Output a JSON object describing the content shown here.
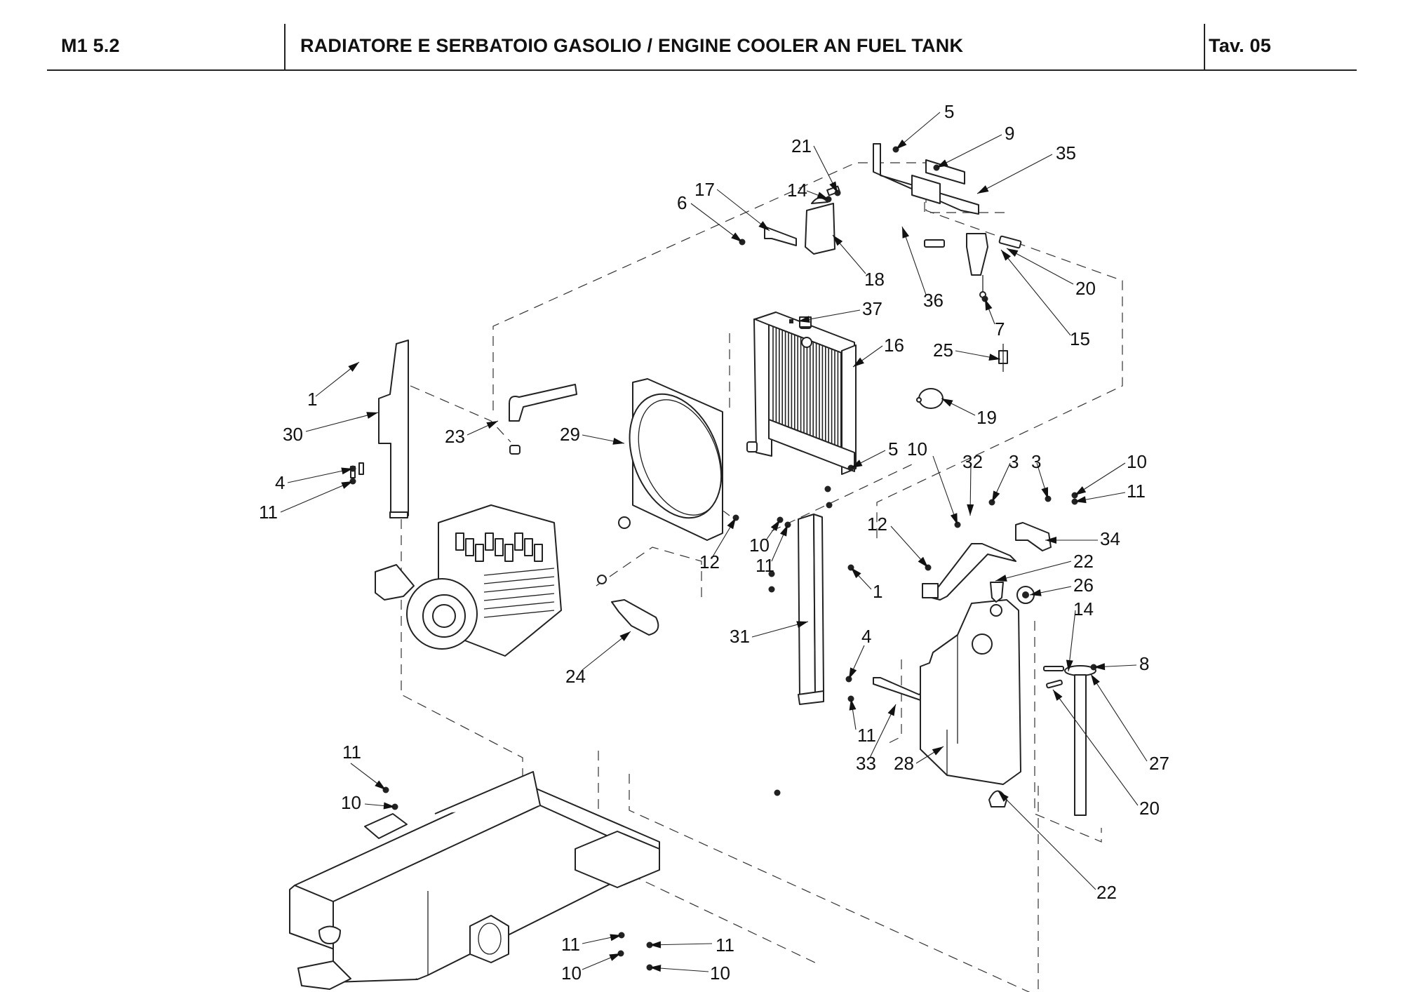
{
  "header": {
    "code": "M1 5.2",
    "title": "RADIATORE E SERBATOIO GASOLIO / ENGINE COOLER AN FUEL TANK",
    "table": "Tav.  05"
  },
  "diagram": {
    "description": "Exploded view: engine, radiator, fan shroud, coolant hoses, expansion tank, fuel filter bracket, fuel tank, chassis frame",
    "callouts": [
      {
        "id": "c-5a",
        "label": "5"
      },
      {
        "id": "c-9",
        "label": "9"
      },
      {
        "id": "c-21",
        "label": "21"
      },
      {
        "id": "c-35",
        "label": "35"
      },
      {
        "id": "c-14a",
        "label": "14"
      },
      {
        "id": "c-17",
        "label": "17"
      },
      {
        "id": "c-6",
        "label": "6"
      },
      {
        "id": "c-18",
        "label": "18"
      },
      {
        "id": "c-36",
        "label": "36"
      },
      {
        "id": "c-20a",
        "label": "20"
      },
      {
        "id": "c-7",
        "label": "7"
      },
      {
        "id": "c-15",
        "label": "15"
      },
      {
        "id": "c-37",
        "label": "37"
      },
      {
        "id": "c-16",
        "label": "16"
      },
      {
        "id": "c-25",
        "label": "25"
      },
      {
        "id": "c-19",
        "label": "19"
      },
      {
        "id": "c-1a",
        "label": "1"
      },
      {
        "id": "c-30",
        "label": "30"
      },
      {
        "id": "c-23",
        "label": "23"
      },
      {
        "id": "c-29",
        "label": "29"
      },
      {
        "id": "c-5b",
        "label": "5"
      },
      {
        "id": "c-10a",
        "label": "10"
      },
      {
        "id": "c-32",
        "label": "32"
      },
      {
        "id": "c-3a",
        "label": "3"
      },
      {
        "id": "c-3b",
        "label": "3"
      },
      {
        "id": "c-10b",
        "label": "10"
      },
      {
        "id": "c-11a",
        "label": "11"
      },
      {
        "id": "c-4a",
        "label": "4"
      },
      {
        "id": "c-11b",
        "label": "11"
      },
      {
        "id": "c-12a",
        "label": "12"
      },
      {
        "id": "c-12b",
        "label": "12"
      },
      {
        "id": "c-10c",
        "label": "10"
      },
      {
        "id": "c-11c",
        "label": "11"
      },
      {
        "id": "c-34",
        "label": "34"
      },
      {
        "id": "c-22a",
        "label": "22"
      },
      {
        "id": "c-26",
        "label": "26"
      },
      {
        "id": "c-1b",
        "label": "1"
      },
      {
        "id": "c-14b",
        "label": "14"
      },
      {
        "id": "c-31",
        "label": "31"
      },
      {
        "id": "c-4b",
        "label": "4"
      },
      {
        "id": "c-8",
        "label": "8"
      },
      {
        "id": "c-24",
        "label": "24"
      },
      {
        "id": "c-11d",
        "label": "11"
      },
      {
        "id": "c-27",
        "label": "27"
      },
      {
        "id": "c-33",
        "label": "33"
      },
      {
        "id": "c-28",
        "label": "28"
      },
      {
        "id": "c-20b",
        "label": "20"
      },
      {
        "id": "c-11e",
        "label": "11"
      },
      {
        "id": "c-10d",
        "label": "10"
      },
      {
        "id": "c-22b",
        "label": "22"
      },
      {
        "id": "c-11f",
        "label": "11"
      },
      {
        "id": "c-10e",
        "label": "10"
      },
      {
        "id": "c-11g",
        "label": "11"
      },
      {
        "id": "c-10f",
        "label": "10"
      }
    ]
  }
}
